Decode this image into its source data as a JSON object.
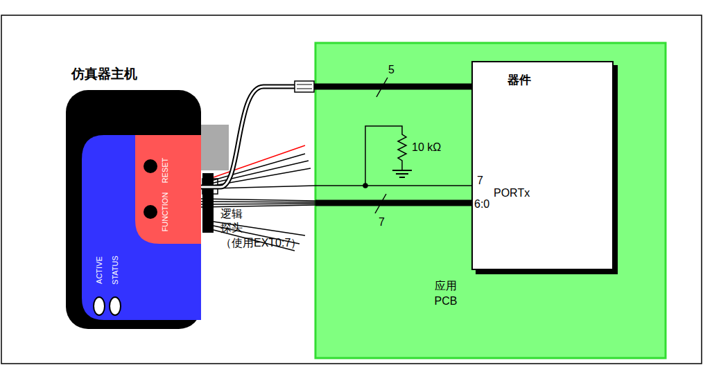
{
  "diagram": {
    "nodes": [
      {
        "text": [
          "仿真器主机"
        ]
      },
      {
        "text": [
          "应用 PCB"
        ]
      },
      {
        "text": [
          "器件"
        ],
        "in": 1
      }
    ],
    "edges": [
      {
        "from": 0,
        "to": 2,
        "arrow": "none"
      },
      {
        "from": 0,
        "to": 2,
        "arrow": "none"
      }
    ],
    "labels": [
      "RESET",
      "FUNCTION",
      "ACTIVE",
      "STATUS",
      "逻辑",
      "探头",
      "（使用EXT0:7）",
      "5",
      "10 kΩ",
      "7",
      "6:0",
      "PORTx",
      "7"
    ]
  }
}
